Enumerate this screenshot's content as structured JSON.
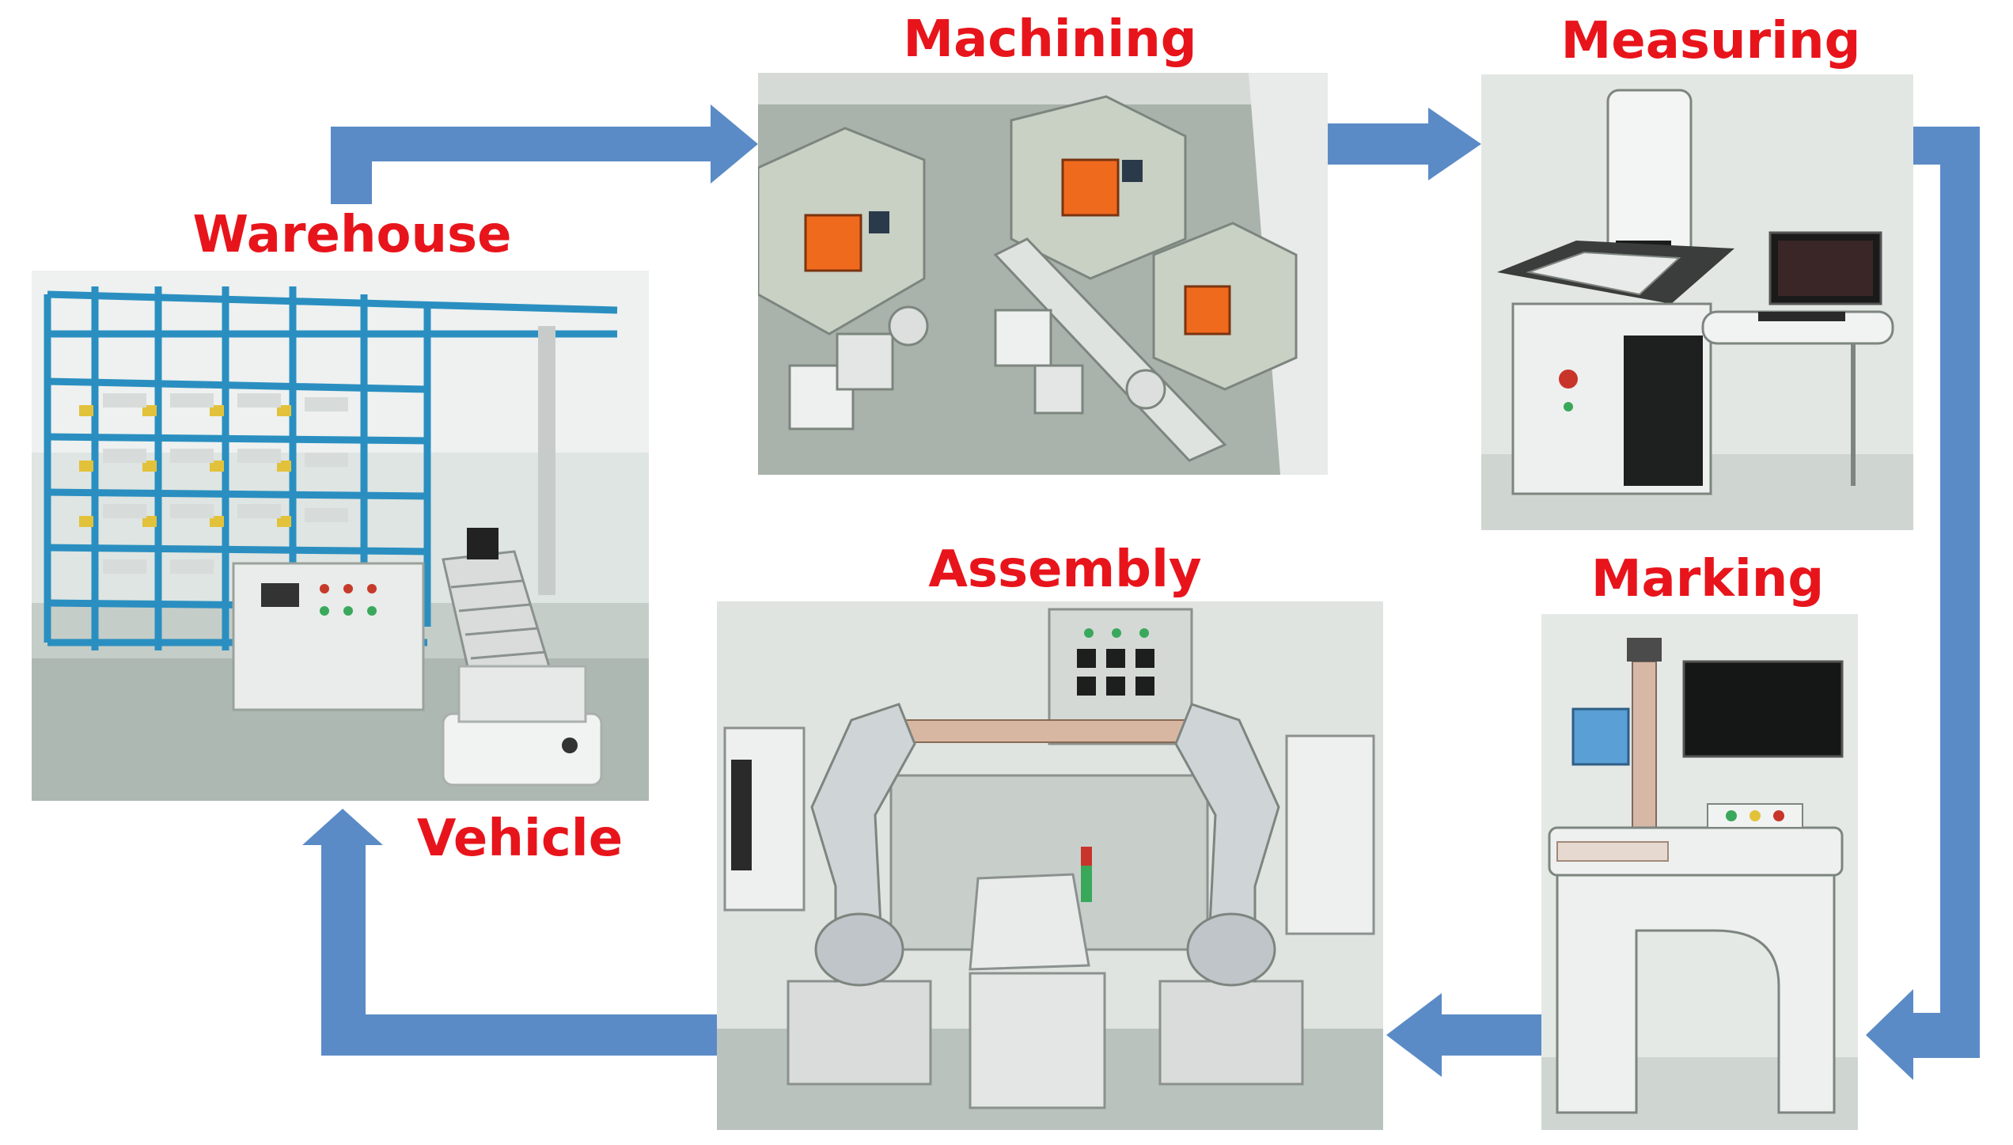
{
  "labels": {
    "warehouse": "Warehouse",
    "machining": "Machining",
    "measuring": "Measuring",
    "marking": "Marking",
    "assembly": "Assembly",
    "vehicle": "Vehicle"
  },
  "colors": {
    "label": "#e8141b",
    "arrow": "#5b8bc6",
    "rack": "#2a8fc0",
    "machine_accent": "#f06a1e",
    "machine_body": "#c9d0c4",
    "floor": "#aab3ad"
  },
  "flow": [
    "Warehouse",
    "Machining",
    "Measuring",
    "Marking",
    "Assembly",
    "Vehicle"
  ]
}
